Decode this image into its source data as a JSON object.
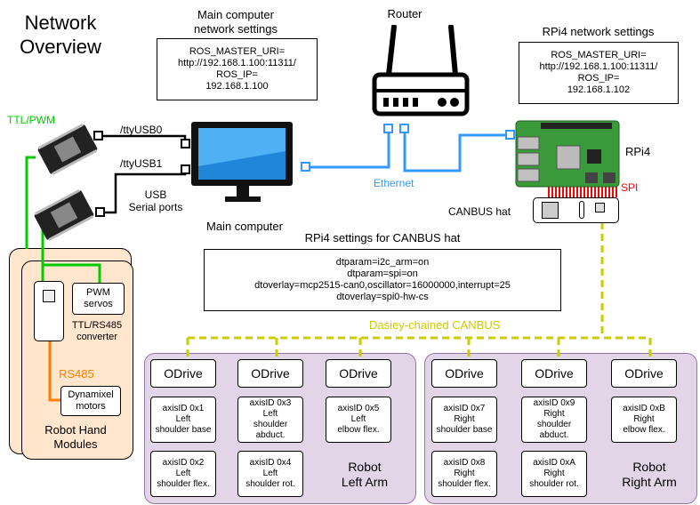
{
  "title": "Network Overview",
  "main_computer": {
    "heading_line1": "Main computer",
    "heading_line2": "network settings",
    "settings": [
      "ROS_MASTER_URI=",
      "http://192.168.1.100:11311/",
      "ROS_IP=",
      "192.168.1.100"
    ],
    "label": "Main computer"
  },
  "router": {
    "label": "Router"
  },
  "rpi4": {
    "heading": "RPi4 network settings",
    "settings": [
      "ROS_MASTER_URI=",
      "http://192.168.1.100:11311/",
      "ROS_IP=",
      "192.168.1.102"
    ],
    "label": "RPi4",
    "spi_label": "SPI",
    "canbus_hat_label": "CANBUS hat"
  },
  "ethernet_label": "Ethernet",
  "serial": {
    "usb0": "/ttyUSB0",
    "usb1": "/ttyUSB1",
    "ports_line1": "USB",
    "ports_line2": "Serial ports"
  },
  "ttl_pwm_label": "TTL/PWM",
  "canbus_settings": {
    "heading": "RPi4 settings for CANBUS hat",
    "lines": [
      "dtparam=i2c_arm=on",
      "dtparam=spi=on",
      "dtoverlay=mcp2515-can0,oscillator=16000000,interrupt=25",
      "dtoverlay=spi0-hw-cs"
    ]
  },
  "daisy_label": "Dasiey-chained CANBUS",
  "hand": {
    "pwm_servos": [
      "PWM",
      "servos"
    ],
    "converter": [
      "TTL/RS485",
      "converter"
    ],
    "rs485": "RS485",
    "dynamixel": [
      "Dynamixel",
      "motors"
    ],
    "label": [
      "Robot Hand",
      "Modules"
    ]
  },
  "left_arm": {
    "odrive_label": "ODrive",
    "label": [
      "Robot",
      "Left Arm"
    ],
    "top_axes": [
      [
        "axisID 0x1",
        "Left",
        "shoulder base"
      ],
      [
        "axisID 0x3",
        "Left",
        "shoulder abduct."
      ],
      [
        "axisID 0x5",
        "Left",
        "elbow flex."
      ]
    ],
    "bottom_axes": [
      [
        "axisID 0x2",
        "Left",
        "shoulder flex."
      ],
      [
        "axisID 0x4",
        "Left",
        "shoulder rot."
      ]
    ]
  },
  "right_arm": {
    "odrive_label": "ODrive",
    "label": [
      "Robot",
      "Right Arm"
    ],
    "top_axes": [
      [
        "axisID 0x7",
        "Right",
        "shoulder base"
      ],
      [
        "axisID 0x9",
        "Right",
        "shoulder abduct."
      ],
      [
        "axisID 0xB",
        "Right",
        "elbow flex."
      ]
    ],
    "bottom_axes": [
      [
        "axisID 0x8",
        "Right",
        "shoulder flex."
      ],
      [
        "axisID 0xA",
        "Right",
        "shoulder rot."
      ]
    ]
  },
  "colors": {
    "ethernet": "#3399ff",
    "ttl_pwm": "#00cc00",
    "rs485": "#ff8000",
    "canbus": "#cccc00",
    "spi": "#ff0000",
    "arm_fill": "#e1d5e7",
    "hand_fill": "#ffe6cc"
  }
}
